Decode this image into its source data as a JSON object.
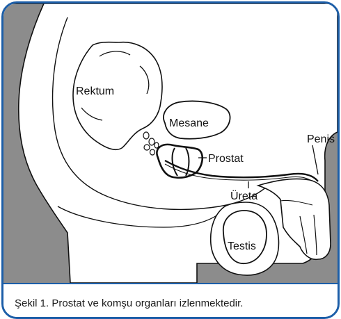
{
  "labels": {
    "rectum": "Rektum",
    "bladder": "Mesane",
    "prostate": "Prostat",
    "penis": "Penis",
    "urethra": "Üreta",
    "testis": "Testis"
  },
  "caption": "Şekil 1. Prostat ve komşu organları izlenmektedir.",
  "colors": {
    "frame": "#1c5ea8",
    "background": "#8c8c8c",
    "body": "#ffffff",
    "outline": "#111111"
  }
}
